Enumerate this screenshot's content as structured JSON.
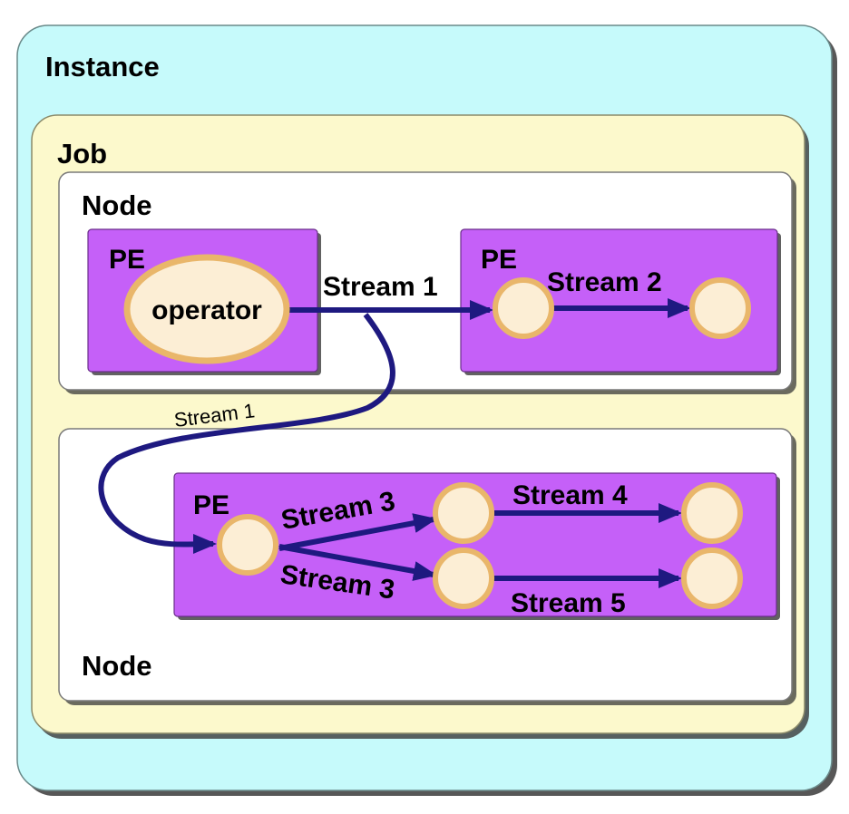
{
  "instance": {
    "label": "Instance"
  },
  "job": {
    "label": "Job"
  },
  "nodes": [
    {
      "label": "Node"
    },
    {
      "label": "Node"
    }
  ],
  "pes": [
    {
      "label": "PE"
    },
    {
      "label": "PE"
    },
    {
      "label": "PE"
    }
  ],
  "operator": {
    "label": "operator"
  },
  "streams": {
    "s1_top": "Stream 1",
    "s1_curve": "Stream 1",
    "s2": "Stream 2",
    "s3_upper": "Stream 3",
    "s3_lower": "Stream 3",
    "s4": "Stream 4",
    "s5": "Stream 5"
  },
  "colors": {
    "instance_fill": "#C6FAFB",
    "job_fill": "#FCF9CC",
    "node_fill": "#FFFFFF",
    "pe_fill": "#C560F8",
    "operator_fill": "#FCEED5",
    "operator_stroke": "#E9B66A",
    "arrow": "#1E1980",
    "shadow": "#3a3a3a"
  }
}
